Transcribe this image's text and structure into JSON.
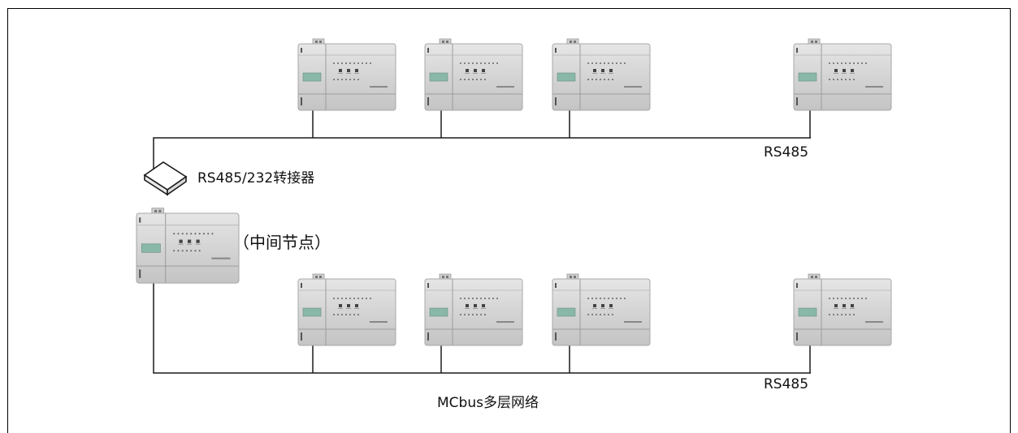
{
  "labels": {
    "converter": "RS485/232转接器",
    "intermediate_node": "（中间节点）",
    "top_bus": "RS485",
    "bottom_bus": "RS485",
    "network_caption": "MCbus多层网络"
  },
  "icons": {
    "plc": "plc-module-icon",
    "converter": "converter-box-icon"
  },
  "colors": {
    "line": "#1a1a1a",
    "plc_body": "#d2d2d2",
    "frame": "#000000"
  }
}
